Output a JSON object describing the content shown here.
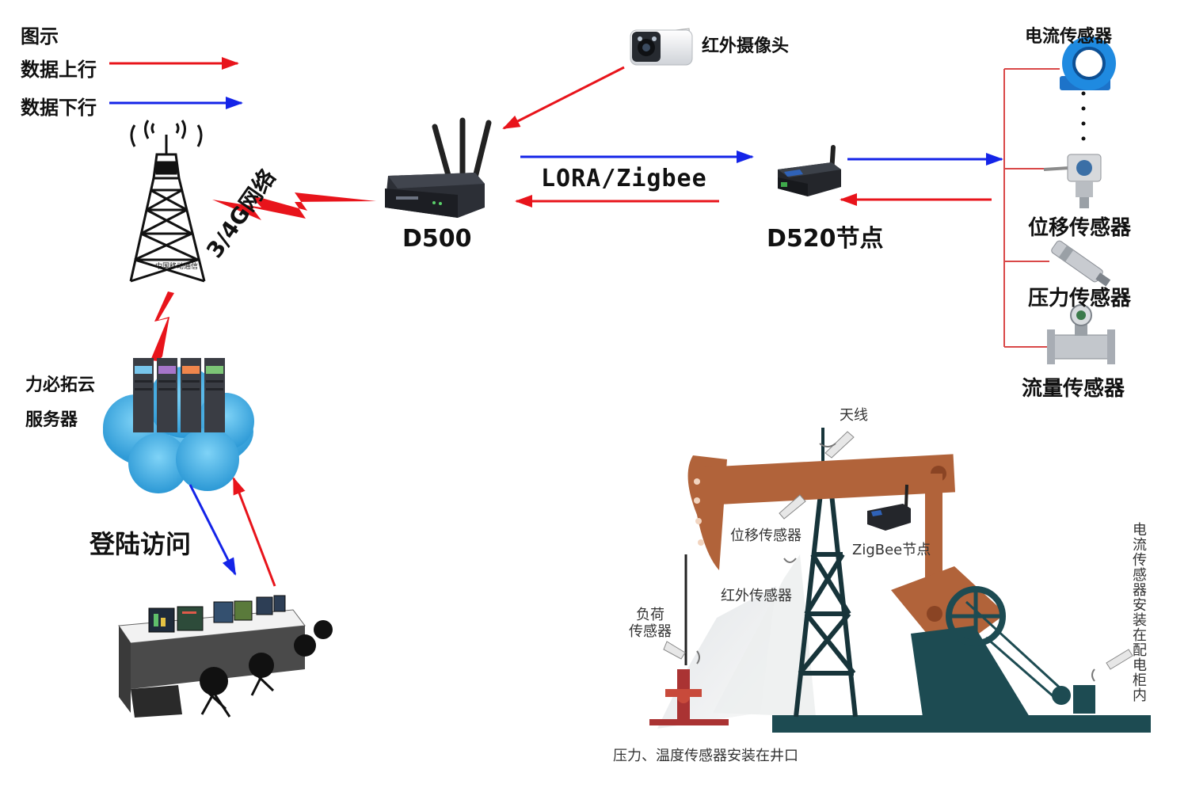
{
  "legend": {
    "title": "图示",
    "uplink": "数据上行",
    "downlink": "数据下行",
    "uplink_color": "#e8141b",
    "downlink_color": "#1424e8"
  },
  "network": {
    "tower_text": "中国移动通信",
    "cell_label": "3/4G网络",
    "cloud_label_line1": "力必拓云",
    "cloud_label_line2": "服务器",
    "access_label": "登陆访问"
  },
  "devices": {
    "gateway_label": "D500",
    "camera_label": "红外摄像头",
    "link_label": "LORA/Zigbee",
    "node_label": "D520节点"
  },
  "sensors": [
    {
      "label": "电流传感器"
    },
    {
      "label": "位移传感器"
    },
    {
      "label": "压力传感器"
    },
    {
      "label": "流量传感器"
    }
  ],
  "pumpjack": {
    "antenna": "天线",
    "displacement": "位移传感器",
    "zigbee_node": "ZigBee节点",
    "infrared": "红外传感器",
    "load_line1": "负荷",
    "load_line2": "传感器",
    "current_note": "电流传感器安装在配电柜内",
    "wellhead_note": "压力、温度传感器安装在井口"
  }
}
